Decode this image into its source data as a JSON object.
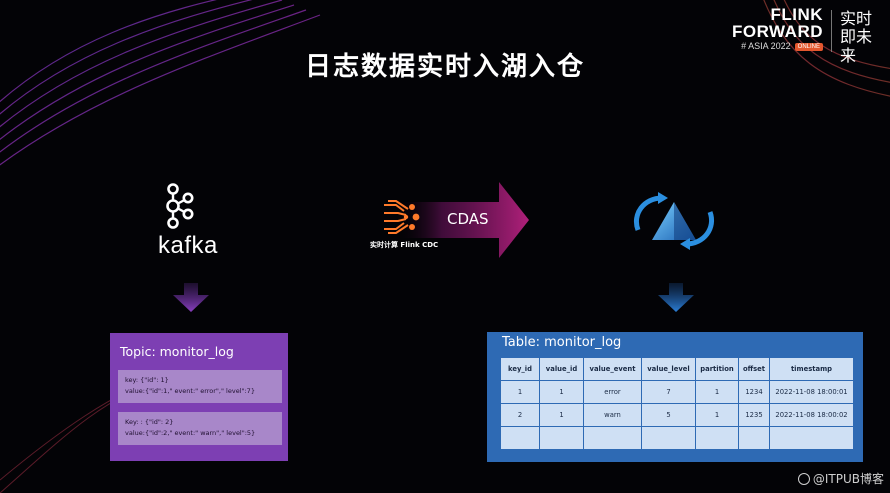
{
  "slide": {
    "title": "日志数据实时入湖入仓"
  },
  "brand": {
    "line1": "FLINK",
    "line2": "FORWARD",
    "sub": "# ASIA 2022",
    "badge": "ONLINE",
    "cn": "实时即未来"
  },
  "source": {
    "name": "kafka",
    "topic_label": "Topic: monitor_log",
    "messages": [
      {
        "key": "key: {\"id\": 1}",
        "value": "value:{\"id\":1,\" event:\" error\",\" level\":7}"
      },
      {
        "key": "Key: : {\"id\": 2}",
        "value": "value:{\"id\":2,\" event:\" warn\",\" level\":5}"
      }
    ]
  },
  "process": {
    "cdas_label": "CDAS",
    "engine_label": "实时计算 Flink CDC"
  },
  "target": {
    "table_label": "Table: monitor_log",
    "columns": [
      "key_id",
      "value_id",
      "value_event",
      "value_level",
      "partition",
      "offset",
      "timestamp"
    ],
    "rows": [
      [
        "1",
        "1",
        "error",
        "7",
        "1",
        "1234",
        "2022-11-08 18:00:01"
      ],
      [
        "2",
        "1",
        "warn",
        "5",
        "1",
        "1235",
        "2022-11-08 18:00:02"
      ],
      [
        "",
        "",
        "",
        "",
        "",
        "",
        ""
      ]
    ]
  },
  "watermark": "@ITPUB博客",
  "colors": {
    "background": "#030306",
    "topic_box": "#7d3fb3",
    "message_card": "#a887c9",
    "table_box": "#2e6ab4",
    "table_cell": "#cfe0f4",
    "arrow_purple": "#8a3fc0",
    "cdas_magenta": "#b0207a",
    "flink_orange": "#ff7a2a",
    "lake_blue": "#2b8fe0"
  }
}
